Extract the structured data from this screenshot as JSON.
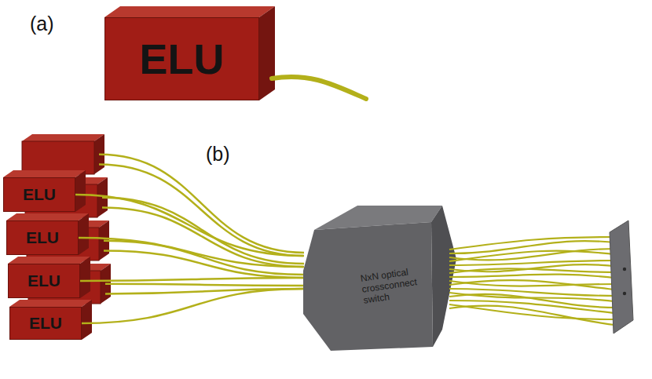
{
  "diagram": {
    "nodes": [
      {
        "text": [
          "ELU"
        ]
      },
      {
        "text": [
          "ELU"
        ]
      },
      {
        "text": [
          "ELU"
        ]
      },
      {
        "text": [
          "ELU"
        ]
      },
      {
        "text": [
          "ELU"
        ]
      },
      {
        "text": [
          "NxN optical crossconnect switch"
        ]
      }
    ],
    "edges": [
      {
        "from": 1,
        "to": 5,
        "arrow": "none"
      },
      {
        "from": 2,
        "to": 5,
        "arrow": "none"
      },
      {
        "from": 3,
        "to": 5,
        "arrow": "none"
      },
      {
        "from": 4,
        "to": 5,
        "arrow": "none"
      }
    ],
    "labels": [
      "(a)",
      "(b)"
    ]
  }
}
